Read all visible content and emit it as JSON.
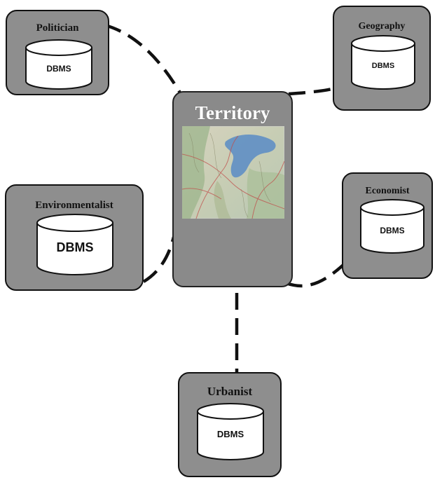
{
  "center": {
    "title": "Territory"
  },
  "actors": [
    {
      "title": "Politician",
      "db_label": "DBMS"
    },
    {
      "title": "Geography",
      "db_label": "DBMS"
    },
    {
      "title": "Environmentalist",
      "db_label": "DBMS"
    },
    {
      "title": "Economist",
      "db_label": "DBMS"
    },
    {
      "title": "Urbanist",
      "db_label": "DBMS"
    }
  ],
  "colors": {
    "box_fill": "#8e8e8e",
    "border": "#111111",
    "cylinder_fill": "#ffffff",
    "connector": "#111111"
  },
  "icons": {
    "database": "database-cylinder-icon",
    "map": "territory-map-image"
  }
}
